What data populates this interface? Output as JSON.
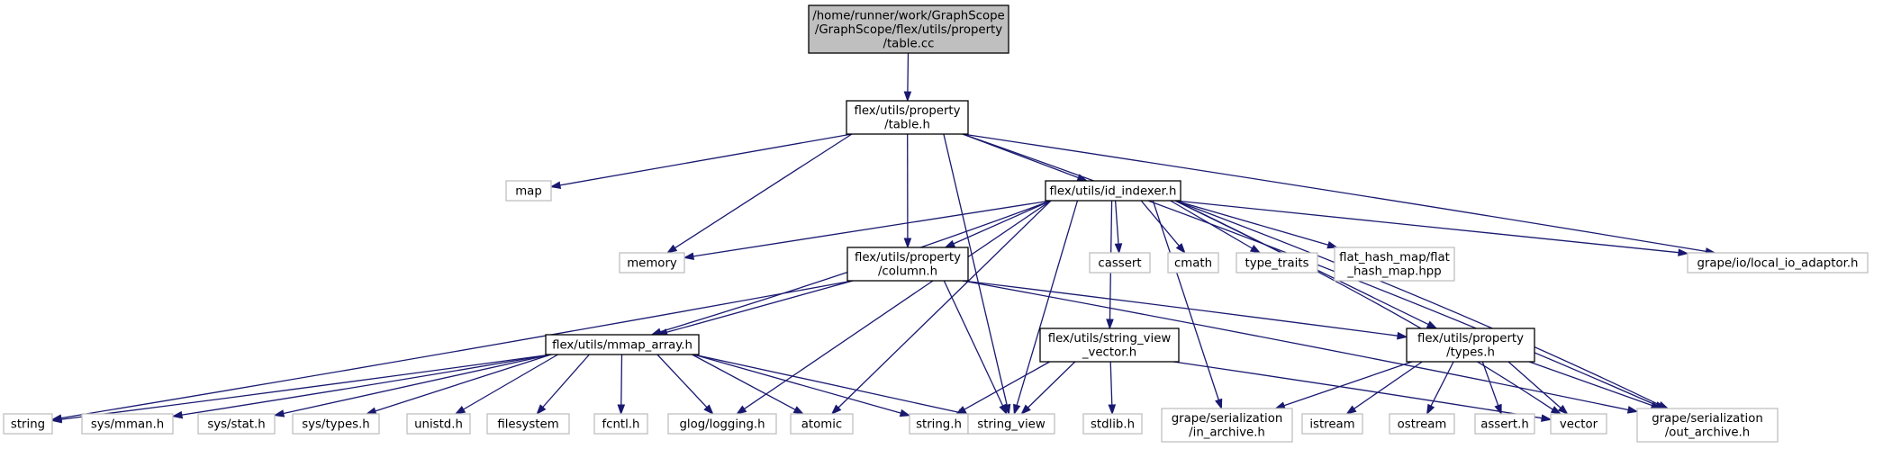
{
  "colors": {
    "edge": "#191970",
    "root_fill": "#bfbfbf",
    "local_border": "#000000",
    "system_border": "#bfbfbf",
    "background": "#ffffff"
  },
  "nodes": [
    {
      "id": "table_cc",
      "kind": "root",
      "lines": [
        "/home/runner/work/GraphScope",
        "/GraphScope/flex/utils/property",
        "/table.cc"
      ]
    },
    {
      "id": "table_h",
      "kind": "local",
      "lines": [
        "flex/utils/property",
        "/table.h"
      ]
    },
    {
      "id": "map",
      "kind": "system",
      "lines": [
        "map"
      ]
    },
    {
      "id": "id_indexer",
      "kind": "local",
      "lines": [
        "flex/utils/id_indexer.h"
      ]
    },
    {
      "id": "memory",
      "kind": "system",
      "lines": [
        "memory"
      ]
    },
    {
      "id": "column_h",
      "kind": "local",
      "lines": [
        "flex/utils/property",
        "/column.h"
      ]
    },
    {
      "id": "cassert",
      "kind": "system",
      "lines": [
        "cassert"
      ]
    },
    {
      "id": "cmath",
      "kind": "system",
      "lines": [
        "cmath"
      ]
    },
    {
      "id": "type_traits",
      "kind": "system",
      "lines": [
        "type_traits"
      ]
    },
    {
      "id": "flat_hash_map",
      "kind": "system",
      "lines": [
        "flat_hash_map/flat",
        "_hash_map.hpp"
      ]
    },
    {
      "id": "local_io",
      "kind": "system",
      "lines": [
        "grape/io/local_io_adaptor.h"
      ]
    },
    {
      "id": "mmap_array",
      "kind": "local",
      "lines": [
        "flex/utils/mmap_array.h"
      ]
    },
    {
      "id": "string_view_vector",
      "kind": "local",
      "lines": [
        "flex/utils/string_view",
        "_vector.h"
      ]
    },
    {
      "id": "types_h",
      "kind": "local",
      "lines": [
        "flex/utils/property",
        "/types.h"
      ]
    },
    {
      "id": "string",
      "kind": "system",
      "lines": [
        "string"
      ]
    },
    {
      "id": "sys_mman",
      "kind": "system",
      "lines": [
        "sys/mman.h"
      ]
    },
    {
      "id": "sys_stat",
      "kind": "system",
      "lines": [
        "sys/stat.h"
      ]
    },
    {
      "id": "sys_types",
      "kind": "system",
      "lines": [
        "sys/types.h"
      ]
    },
    {
      "id": "unistd",
      "kind": "system",
      "lines": [
        "unistd.h"
      ]
    },
    {
      "id": "filesystem",
      "kind": "system",
      "lines": [
        "filesystem"
      ]
    },
    {
      "id": "fcntl",
      "kind": "system",
      "lines": [
        "fcntl.h"
      ]
    },
    {
      "id": "glog",
      "kind": "system",
      "lines": [
        "glog/logging.h"
      ]
    },
    {
      "id": "atomic",
      "kind": "system",
      "lines": [
        "atomic"
      ]
    },
    {
      "id": "string_h",
      "kind": "system",
      "lines": [
        "string.h"
      ]
    },
    {
      "id": "string_view",
      "kind": "system",
      "lines": [
        "string_view"
      ]
    },
    {
      "id": "stdlib",
      "kind": "system",
      "lines": [
        "stdlib.h"
      ]
    },
    {
      "id": "in_archive",
      "kind": "system",
      "lines": [
        "grape/serialization",
        "/in_archive.h"
      ]
    },
    {
      "id": "istream",
      "kind": "system",
      "lines": [
        "istream"
      ]
    },
    {
      "id": "ostream",
      "kind": "system",
      "lines": [
        "ostream"
      ]
    },
    {
      "id": "assert_h",
      "kind": "system",
      "lines": [
        "assert.h"
      ]
    },
    {
      "id": "vector",
      "kind": "system",
      "lines": [
        "vector"
      ]
    },
    {
      "id": "out_archive",
      "kind": "system",
      "lines": [
        "grape/serialization",
        "/out_archive.h"
      ]
    }
  ],
  "edges": [
    [
      "table_cc",
      "table_h"
    ],
    [
      "table_h",
      "map"
    ],
    [
      "table_h",
      "id_indexer"
    ],
    [
      "table_h",
      "memory"
    ],
    [
      "table_h",
      "column_h"
    ],
    [
      "table_h",
      "local_io"
    ],
    [
      "table_h",
      "string_view"
    ],
    [
      "table_h",
      "out_archive"
    ],
    [
      "id_indexer",
      "memory"
    ],
    [
      "id_indexer",
      "column_h"
    ],
    [
      "id_indexer",
      "cassert"
    ],
    [
      "id_indexer",
      "cmath"
    ],
    [
      "id_indexer",
      "type_traits"
    ],
    [
      "id_indexer",
      "flat_hash_map"
    ],
    [
      "id_indexer",
      "local_io"
    ],
    [
      "id_indexer",
      "mmap_array"
    ],
    [
      "id_indexer",
      "glog"
    ],
    [
      "id_indexer",
      "atomic"
    ],
    [
      "id_indexer",
      "string_view"
    ],
    [
      "id_indexer",
      "in_archive"
    ],
    [
      "id_indexer",
      "string_view_vector"
    ],
    [
      "id_indexer",
      "types_h"
    ],
    [
      "id_indexer",
      "vector"
    ],
    [
      "id_indexer",
      "out_archive"
    ],
    [
      "column_h",
      "mmap_array"
    ],
    [
      "column_h",
      "string"
    ],
    [
      "column_h",
      "string_view"
    ],
    [
      "column_h",
      "types_h"
    ],
    [
      "column_h",
      "out_archive"
    ],
    [
      "mmap_array",
      "string"
    ],
    [
      "mmap_array",
      "sys_mman"
    ],
    [
      "mmap_array",
      "sys_stat"
    ],
    [
      "mmap_array",
      "sys_types"
    ],
    [
      "mmap_array",
      "unistd"
    ],
    [
      "mmap_array",
      "filesystem"
    ],
    [
      "mmap_array",
      "fcntl"
    ],
    [
      "mmap_array",
      "glog"
    ],
    [
      "mmap_array",
      "atomic"
    ],
    [
      "mmap_array",
      "string_h"
    ],
    [
      "mmap_array",
      "string_view"
    ],
    [
      "string_view_vector",
      "string_h"
    ],
    [
      "string_view_vector",
      "string_view"
    ],
    [
      "string_view_vector",
      "stdlib"
    ],
    [
      "string_view_vector",
      "vector"
    ],
    [
      "types_h",
      "in_archive"
    ],
    [
      "types_h",
      "istream"
    ],
    [
      "types_h",
      "ostream"
    ],
    [
      "types_h",
      "assert_h"
    ],
    [
      "types_h",
      "vector"
    ],
    [
      "types_h",
      "out_archive"
    ]
  ]
}
